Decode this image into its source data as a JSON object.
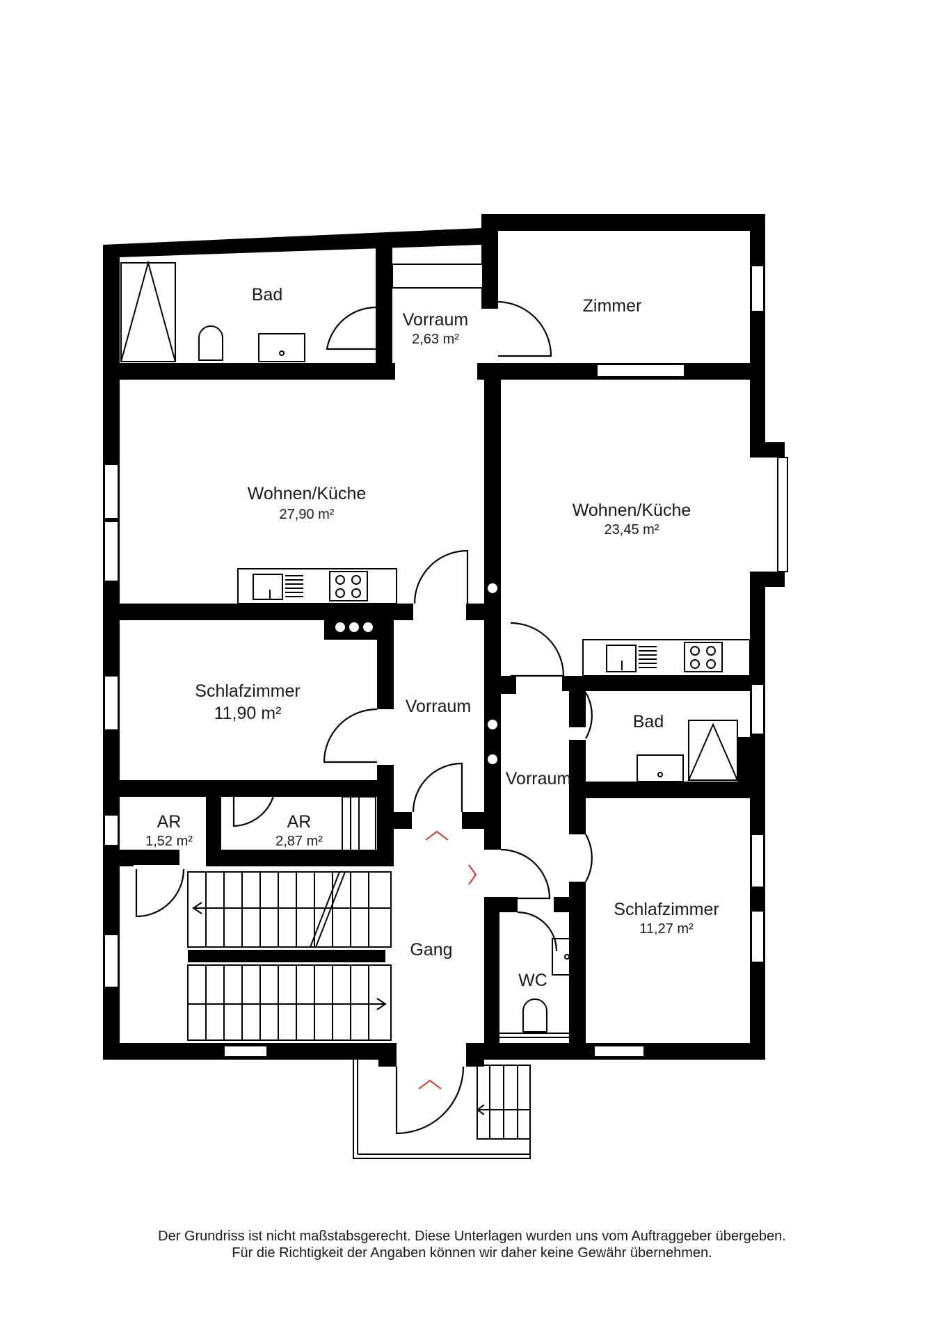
{
  "rooms": [
    {
      "id": "bad-1",
      "name": "Bad",
      "area": ""
    },
    {
      "id": "vorraum-top",
      "name": "Vorraum",
      "area": "2,63 m²"
    },
    {
      "id": "zimmer",
      "name": "Zimmer",
      "area": ""
    },
    {
      "id": "wohnen-kueche-left",
      "name": "Wohnen/Küche",
      "area": "27,90 m²"
    },
    {
      "id": "wohnen-kueche-right",
      "name": "Wohnen/Küche",
      "area": "23,45 m²"
    },
    {
      "id": "schlafzimmer-left",
      "name": "Schlafzimmer",
      "area": "11,90 m²"
    },
    {
      "id": "vorraum-mid",
      "name": "Vorraum",
      "area": ""
    },
    {
      "id": "bad-2",
      "name": "Bad",
      "area": ""
    },
    {
      "id": "vorraum-right",
      "name": "Vorraum",
      "area": ""
    },
    {
      "id": "ar-1",
      "name": "AR",
      "area": "1,52 m²"
    },
    {
      "id": "ar-2",
      "name": "AR",
      "area": "2,87 m²"
    },
    {
      "id": "schlafzimmer-right",
      "name": "Schlafzimmer",
      "area": "11,27 m²"
    },
    {
      "id": "gang",
      "name": "Gang",
      "area": ""
    },
    {
      "id": "wc",
      "name": "WC",
      "area": ""
    }
  ],
  "disclaimer": {
    "line1": "Der Grundriss ist nicht maßstabsgerecht. Diese Unterlagen wurden uns vom Auftraggeber übergeben.",
    "line2": "Für die Richtigkeit der Angaben können wir daher keine Gewähr übernehmen."
  },
  "colors": {
    "wall": "#000000",
    "background": "#ffffff",
    "direction_arrow": "#d9322b"
  }
}
